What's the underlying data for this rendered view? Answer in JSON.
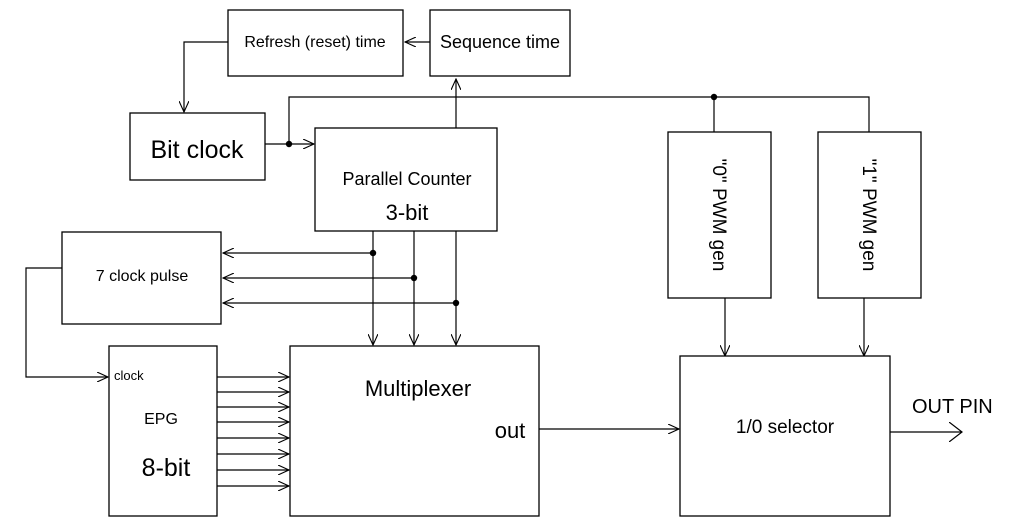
{
  "blocks": {
    "refresh_time": "Refresh (reset) time",
    "sequence_time": "Sequence time",
    "bit_clock": "Bit clock",
    "parallel_counter": "Parallel Counter",
    "parallel_counter_bits": "3-bit",
    "clock_pulse": "7 clock pulse",
    "epg_clock": "clock",
    "epg": "EPG",
    "epg_bits": "8-bit",
    "multiplexer": "Multiplexer",
    "multiplexer_out": "out",
    "pwm0": "\"0\" PWM gen",
    "pwm1": "\"1\" PWM gen",
    "selector": "1/0 selector",
    "out_pin": "OUT PIN"
  }
}
